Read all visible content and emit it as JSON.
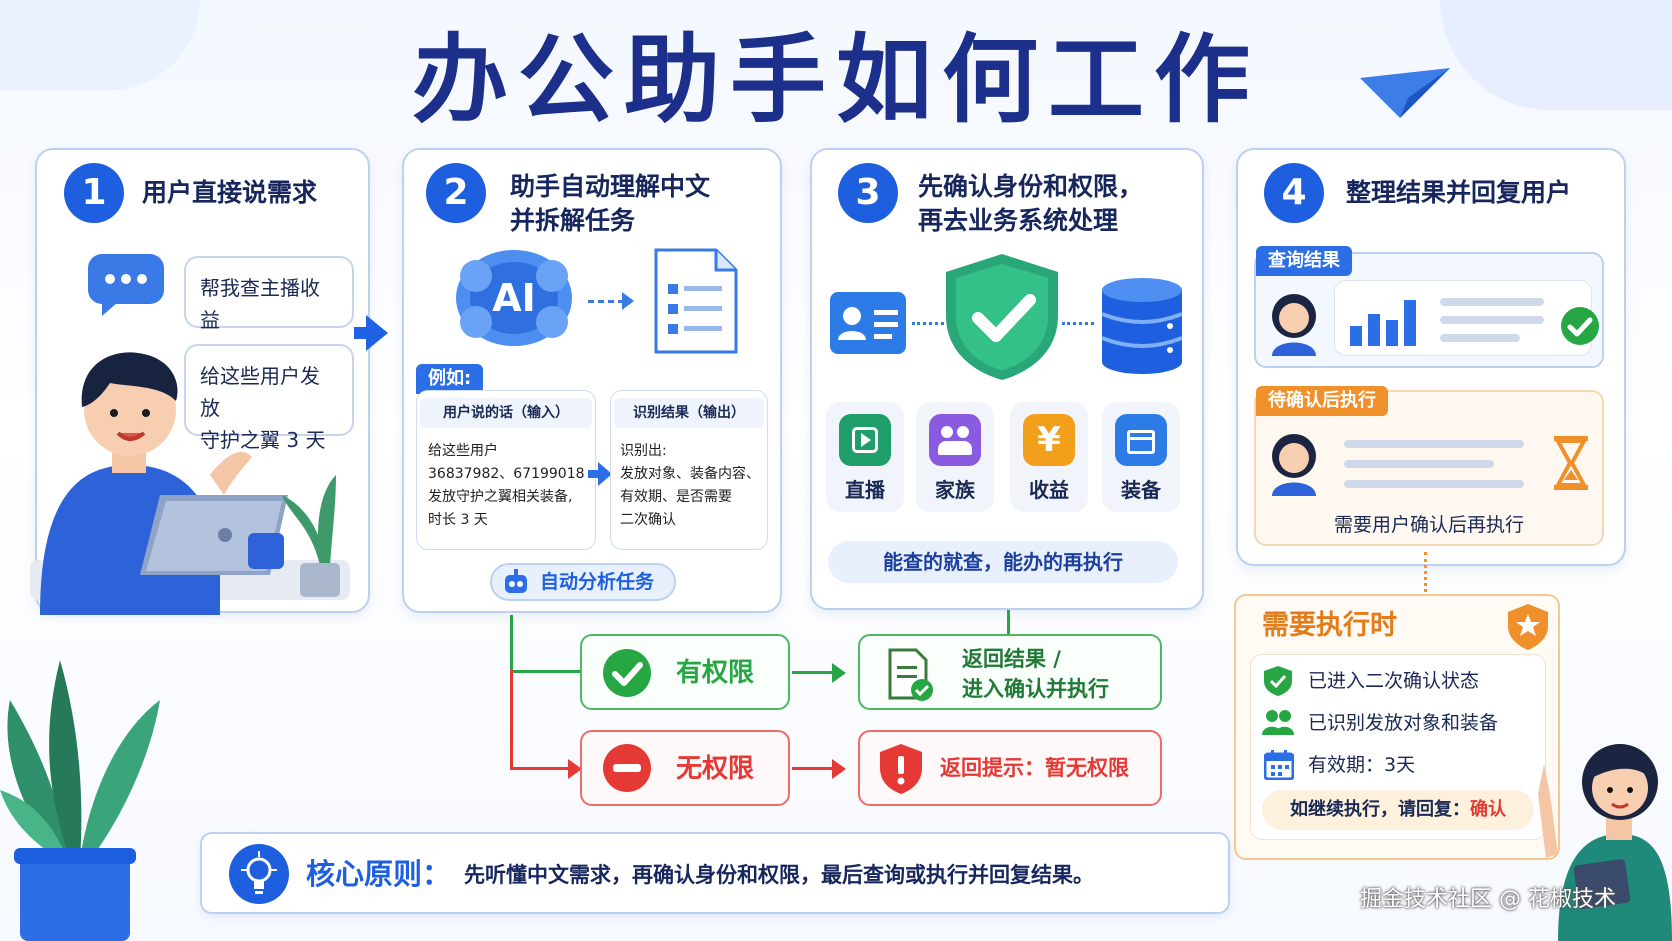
{
  "title": "办公助手如何工作",
  "steps": [
    {
      "num": "1",
      "title": "用户直接说需求"
    },
    {
      "num": "2",
      "title_line1": "助手自动理解中文",
      "title_line2": "并拆解任务"
    },
    {
      "num": "3",
      "title_line1": "先确认身份和权限，",
      "title_line2": "再去业务系统处理"
    },
    {
      "num": "4",
      "title": "整理结果并回复用户"
    }
  ],
  "step1": {
    "bubble1": "帮我查主播收益",
    "bubble2_line1": "给这些用户发放",
    "bubble2_line2": "守护之翼 3 天"
  },
  "step2": {
    "ai_label": "AI",
    "example_tag": "例如:",
    "input_header": "用户说的话（输入）",
    "input_lines": [
      "给这些用户",
      "36837982、67199018",
      "发放守护之翼相关装备,",
      "时长 3 天"
    ],
    "output_header": "识别结果（输出）",
    "output_lines": [
      "识别出:",
      "发放对象、装备内容、",
      "有效期、是否需要",
      "二次确认"
    ],
    "auto_label": "自动分析任务"
  },
  "step3": {
    "systems": [
      {
        "label": "直播",
        "color": "#1f9e6a"
      },
      {
        "label": "家族",
        "color": "#8a5ae0"
      },
      {
        "label": "收益",
        "color": "#f2a01b"
      },
      {
        "label": "装备",
        "color": "#2d7be6"
      }
    ],
    "yuan": "¥",
    "principle": "能查的就查，能办的再执行"
  },
  "step4": {
    "query_tag": "查询结果",
    "pending_tag": "待确认后执行",
    "pending_note": "需要用户确认后再执行"
  },
  "permission": {
    "yes_label": "有权限",
    "yes_result_line1": "返回结果 /",
    "yes_result_line2": "进入确认并执行",
    "no_label": "无权限",
    "no_result": "返回提示：暂无权限"
  },
  "execute": {
    "title": "需要执行时",
    "items": [
      "已进入二次确认状态",
      "已识别发放对象和装备",
      "有效期：3天"
    ],
    "continue_prefix": "如继续执行，请回复：",
    "continue_keyword": "确认"
  },
  "core": {
    "label": "核心原则：",
    "text": "先听懂中文需求，再确认身份和权限，最后查询或执行并回复结果。"
  },
  "watermark": "掘金技术社区 @ 花椒技术",
  "colors": {
    "primary": "#1e5fe0",
    "green": "#27a744",
    "red": "#e53935",
    "orange": "#f0902a"
  }
}
